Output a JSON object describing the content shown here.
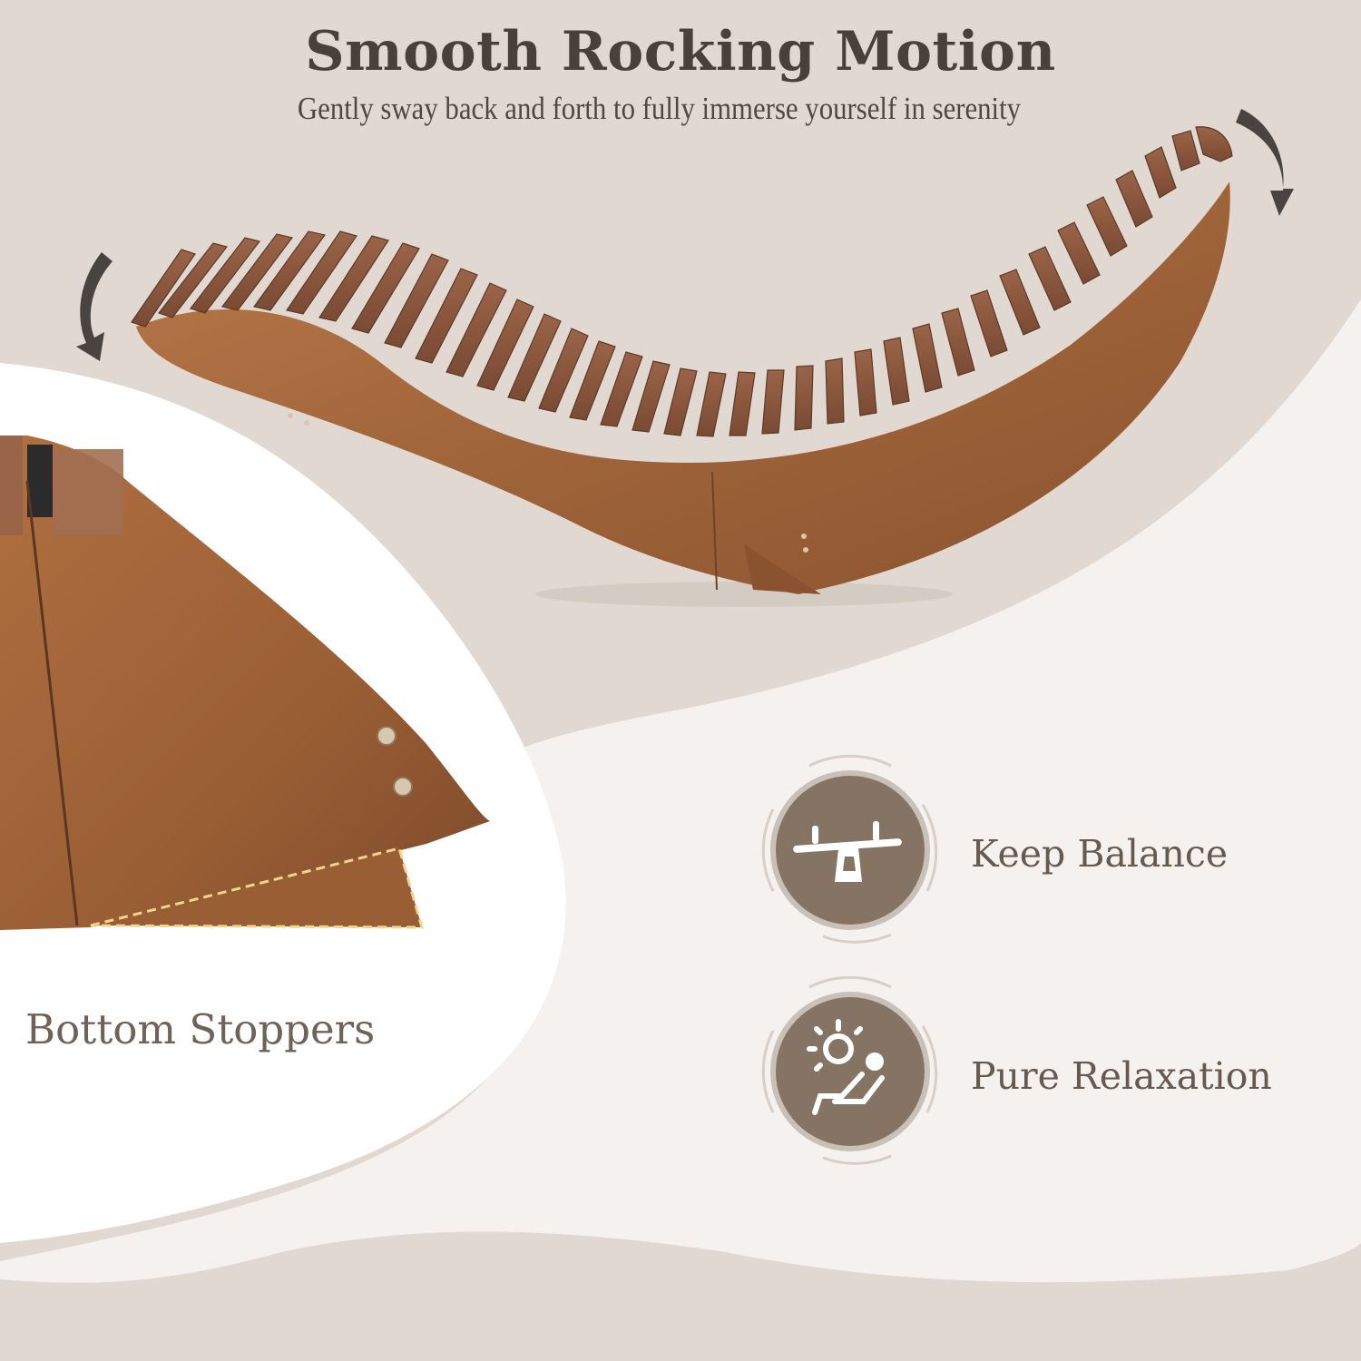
{
  "header": {
    "title": "Smooth Rocking Motion",
    "subtitle": "Gently sway back and forth to fully immerse yourself in serenity"
  },
  "detail_callout": {
    "label": "Bottom Stoppers"
  },
  "features": [
    {
      "icon": "seesaw-icon",
      "label": "Keep Balance"
    },
    {
      "icon": "sun-lounger-relax-icon",
      "label": "Pure Relaxation"
    }
  ],
  "decorations": {
    "rocking_arrows": [
      "curved-arrow-down-left",
      "curved-arrow-down-right"
    ]
  },
  "colors": {
    "background_taupe": "#e1d9d1",
    "panel_offwhite": "#f5f1ee",
    "white_panel": "#ffffff",
    "title_text": "#4a4039",
    "label_text": "#665a50",
    "icon_circle": "#857463",
    "icon_ring": "#c9c0b8",
    "wood": "#a56a3e",
    "stopper_dash": "#f3d58a"
  }
}
